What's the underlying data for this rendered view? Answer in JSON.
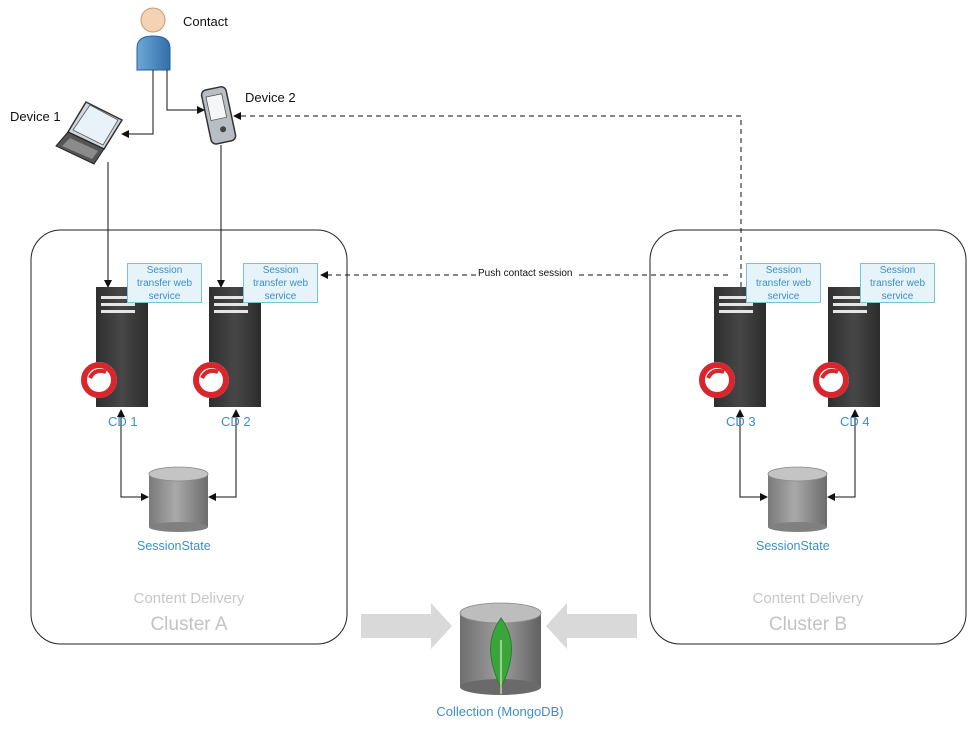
{
  "contact": {
    "label": "Contact"
  },
  "devices": [
    {
      "label": "Device 1"
    },
    {
      "label": "Device 2"
    }
  ],
  "clusters": [
    {
      "title": "Content Delivery",
      "name": "Cluster A",
      "servers": [
        {
          "label": "CD 1"
        },
        {
          "label": "CD 2"
        }
      ],
      "session_store": "SessionState"
    },
    {
      "title": "Content Delivery",
      "name": "Cluster B",
      "servers": [
        {
          "label": "CD 3"
        },
        {
          "label": "CD 4"
        }
      ],
      "session_store": "SessionState"
    }
  ],
  "web_service": {
    "line1": "Session",
    "line2": "transfer web",
    "line3": "service"
  },
  "push_label": "Push contact session",
  "collection": {
    "label": "Collection (MongoDB)"
  },
  "colors": {
    "server_dark": "#3a3a3a",
    "sitecore_red": "#d8262c",
    "label_blue": "#3d8ec9",
    "ws_fill": "#e6f3f8",
    "ws_border": "#7ac2cf",
    "arrow_gray": "#d9d9d9",
    "mongo_green": "#3aa53b"
  }
}
